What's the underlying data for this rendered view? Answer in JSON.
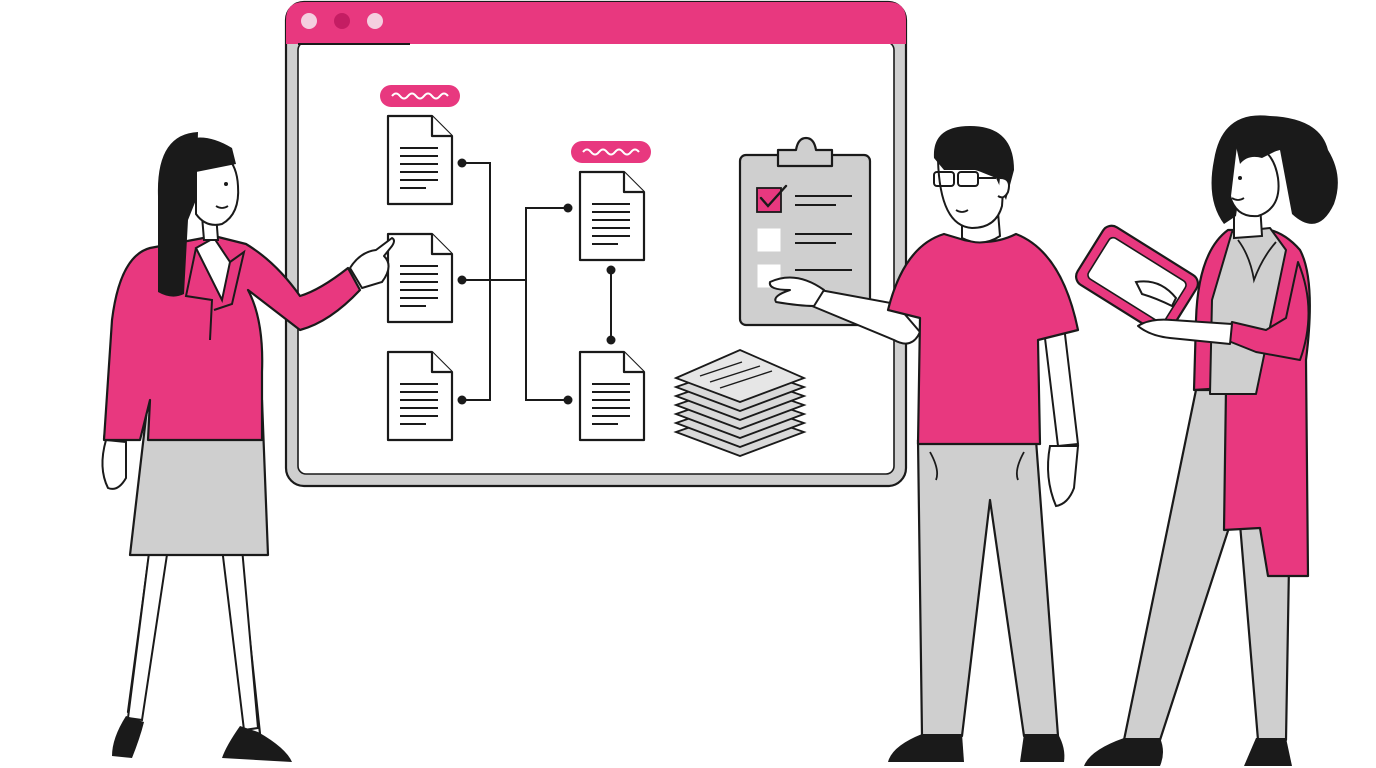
{
  "palette": {
    "accent": "#e8387f",
    "gray": "#cfcfcf",
    "ink": "#1a1a1a",
    "white": "#ffffff"
  },
  "window": {
    "controls": [
      "window-dot-1",
      "window-dot-2",
      "window-dot-3"
    ]
  },
  "flowchart": {
    "groups": [
      {
        "label_shape": "squiggle-tag",
        "documents": 3
      },
      {
        "label_shape": "squiggle-tag",
        "documents": 2
      }
    ]
  },
  "checklist": {
    "items": [
      {
        "checked": true
      },
      {
        "checked": false
      },
      {
        "checked": false
      }
    ]
  },
  "paper_stack": {
    "sheets": 7
  },
  "people": [
    "woman-presenter",
    "man-glasses",
    "woman-with-tablet"
  ]
}
